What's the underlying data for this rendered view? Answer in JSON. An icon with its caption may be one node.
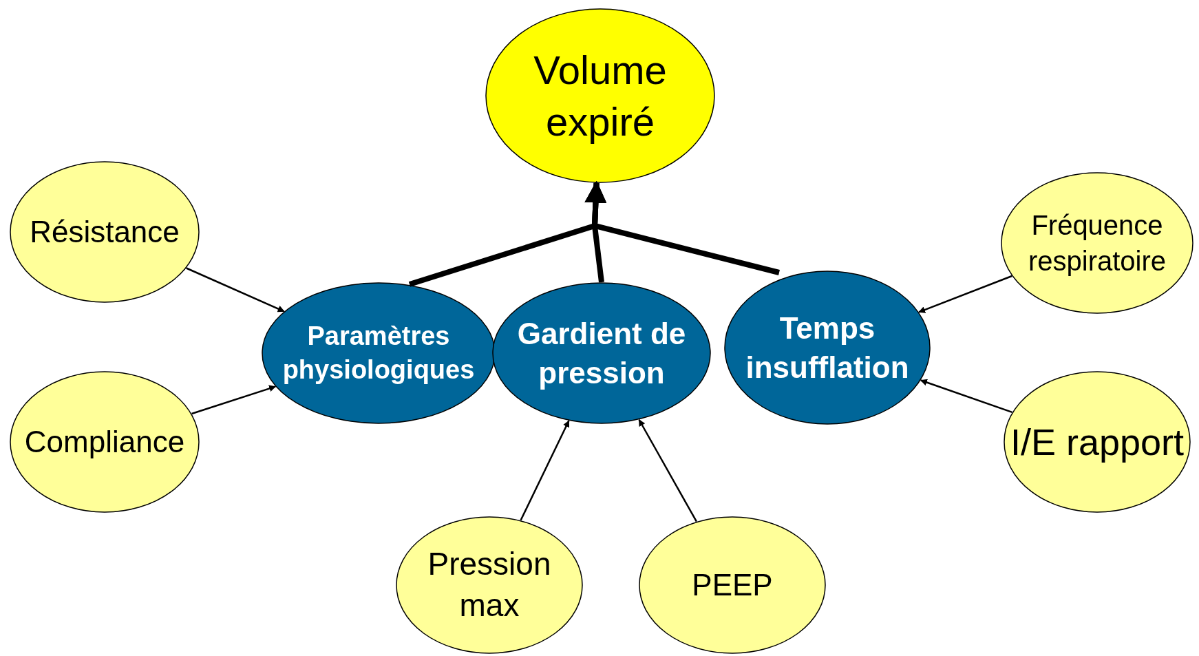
{
  "diagram": {
    "nodes": [
      {
        "text": [
          "Volume expiré"
        ]
      },
      {
        "text": [
          "Paramètres physiologiques"
        ]
      },
      {
        "text": [
          "Gardient de pression"
        ]
      },
      {
        "text": [
          "Temps insufflation"
        ]
      },
      {
        "text": [
          "Résistance"
        ]
      },
      {
        "text": [
          "Compliance"
        ]
      },
      {
        "text": [
          "Fréquence respiratoire"
        ]
      },
      {
        "text": [
          "I/E rapport"
        ]
      },
      {
        "text": [
          "Pression max"
        ]
      },
      {
        "text": [
          "PEEP"
        ]
      }
    ],
    "edges": [
      {
        "from": 1,
        "to": 0,
        "arrow": "to",
        "style": "thick"
      },
      {
        "from": 2,
        "to": 0,
        "arrow": "to",
        "style": "thick"
      },
      {
        "from": 3,
        "to": 0,
        "arrow": "to",
        "style": "thick"
      },
      {
        "from": 4,
        "to": 1,
        "arrow": "to"
      },
      {
        "from": 5,
        "to": 1,
        "arrow": "to"
      },
      {
        "from": 6,
        "to": 3,
        "arrow": "to"
      },
      {
        "from": 7,
        "to": 3,
        "arrow": "to"
      },
      {
        "from": 8,
        "to": 2,
        "arrow": "to"
      },
      {
        "from": 9,
        "to": 2,
        "arrow": "to"
      }
    ]
  }
}
